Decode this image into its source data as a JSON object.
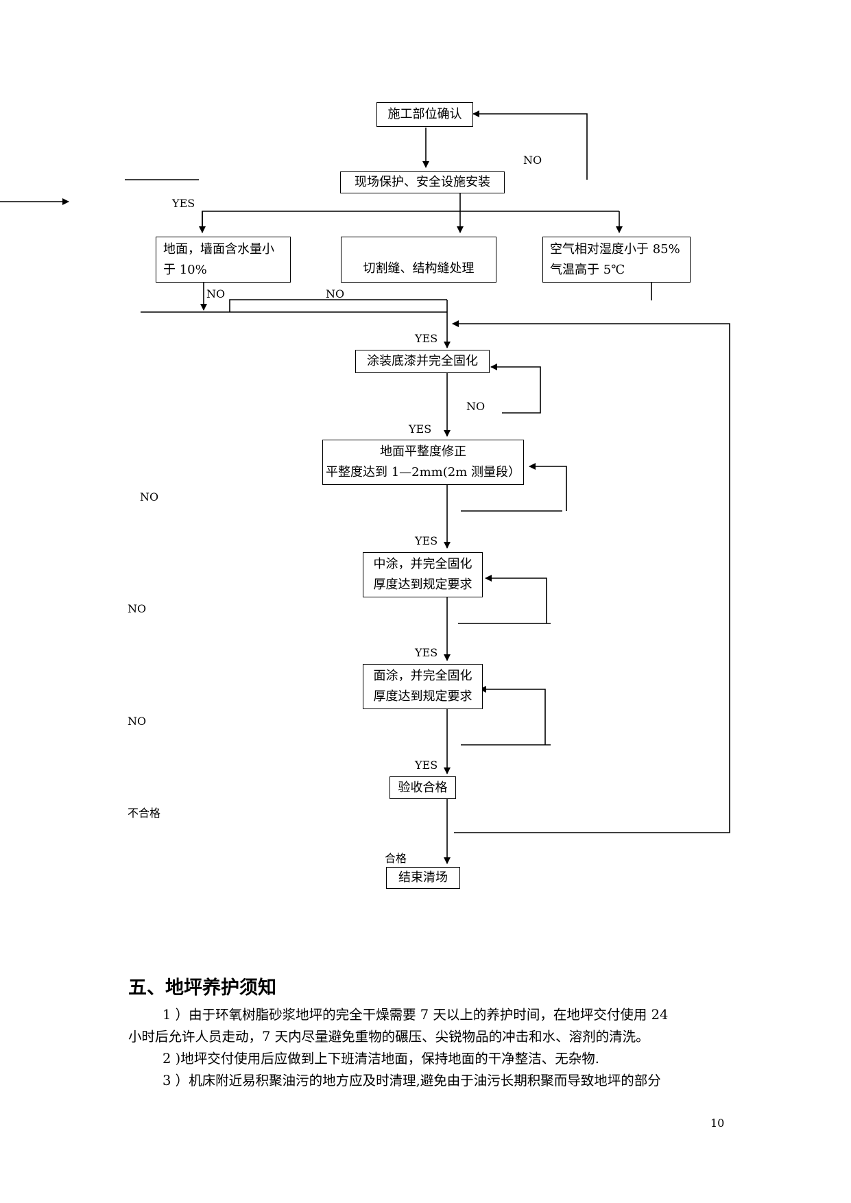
{
  "flowchart": {
    "boxes": {
      "confirm": "施工部位确认",
      "protect": "现场保护、安全设施安装",
      "moisture_l1": "地面，墙面含水量小",
      "moisture_l2": "于 10%",
      "joints": "切割缝、结构缝处理",
      "humidity_l1": "空气相对湿度小于 85%",
      "humidity_l2": "气温高于 5℃",
      "primer": "涂装底漆并完全固化",
      "level_l1": "地面平整度修正",
      "level_l2": "平整度达到 1—2mm(2m 测量段）",
      "mid_l1": "中涂，并完全固化",
      "mid_l2": "厚度达到规定要求",
      "top_l1": "面涂，并完全固化",
      "top_l2": "厚度达到规定要求",
      "accept": "验收合格",
      "finish": "结束清场"
    },
    "labels": {
      "no": "NO",
      "yes": "YES",
      "fail": "不合格",
      "pass": "合格"
    }
  },
  "section": {
    "title": "五、地坪养护须知",
    "paragraphs": [
      "1 ）由于环氧树脂砂浆地坪的完全干燥需要 7 天以上的养护时间，在地坪交付使用 24",
      "小时后允许人员走动，7 天内尽量避免重物的碾压、尖锐物品的冲击和水、溶剂的清洗。",
      "2 )地坪交付使用后应做到上下班清洁地面，保持地面的干净整洁、无杂物.",
      "3 ）机床附近易积聚油污的地方应及时清理,避免由于油污长期积聚而导致地坪的部分"
    ]
  },
  "page_number": "10"
}
